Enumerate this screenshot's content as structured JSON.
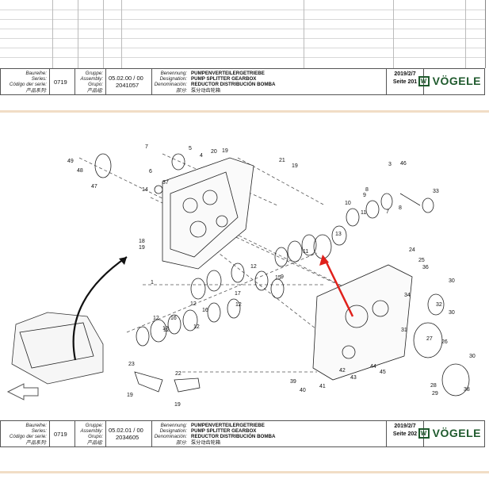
{
  "labels": {
    "baureihe": [
      "Baureihe:",
      "Series:",
      "Código der serie:",
      "产品系列:"
    ],
    "gruppe": [
      "Gruppe:",
      "Assembly:",
      "Grupo:",
      "产品组:"
    ],
    "benennung": [
      "Benennung:",
      "Designation:",
      "Denominación:",
      "部分:"
    ]
  },
  "sheet1": {
    "series_value": "0719",
    "assembly": "05.02.00 / 00",
    "group_no": "2041057",
    "names": [
      "PUMPENVERTEILERGETRIEBE",
      "PUMP SPLITTER GEARBOX",
      "REDUCTOR DISTRIBUCIÓN BOMBA",
      "泵分动齿轮箱"
    ],
    "date": "2019/2/7",
    "page": "Seite 201"
  },
  "sheet2": {
    "series_value": "0719",
    "assembly": "05.02.01 / 00",
    "group_no": "2034605",
    "names": [
      "PUMPENVERTEILERGETRIEBE",
      "PUMP SPLITTER GEARBOX",
      "REDUCTOR DISTRIBUCIÓN BOMBA",
      "泵分动齿轮箱"
    ],
    "date": "2019/2/7",
    "page": "Seite 202"
  },
  "brand": "VÖGELE",
  "brand_mark": "W",
  "callouts": [
    "49",
    "48",
    "47",
    "7",
    "5",
    "6",
    "4",
    "37",
    "14",
    "20",
    "19",
    "21",
    "19",
    "3",
    "46",
    "8",
    "9",
    "33",
    "10",
    "11",
    "7",
    "8",
    "18",
    "19",
    "1",
    "11",
    "13",
    "12",
    "9",
    "12",
    "12",
    "15",
    "16",
    "17",
    "17",
    "16",
    "12",
    "12",
    "12",
    "24",
    "25",
    "36",
    "30",
    "34",
    "32",
    "31",
    "30",
    "27",
    "26",
    "30",
    "28",
    "29",
    "38",
    "39",
    "40",
    "41",
    "42",
    "43",
    "44",
    "45",
    "23",
    "22",
    "19",
    "19"
  ],
  "icons": {
    "arrow_black": "curved-arrow-icon",
    "arrow_red": "pointer-arrow-icon",
    "arrow_outline": "outline-arrow-icon"
  }
}
